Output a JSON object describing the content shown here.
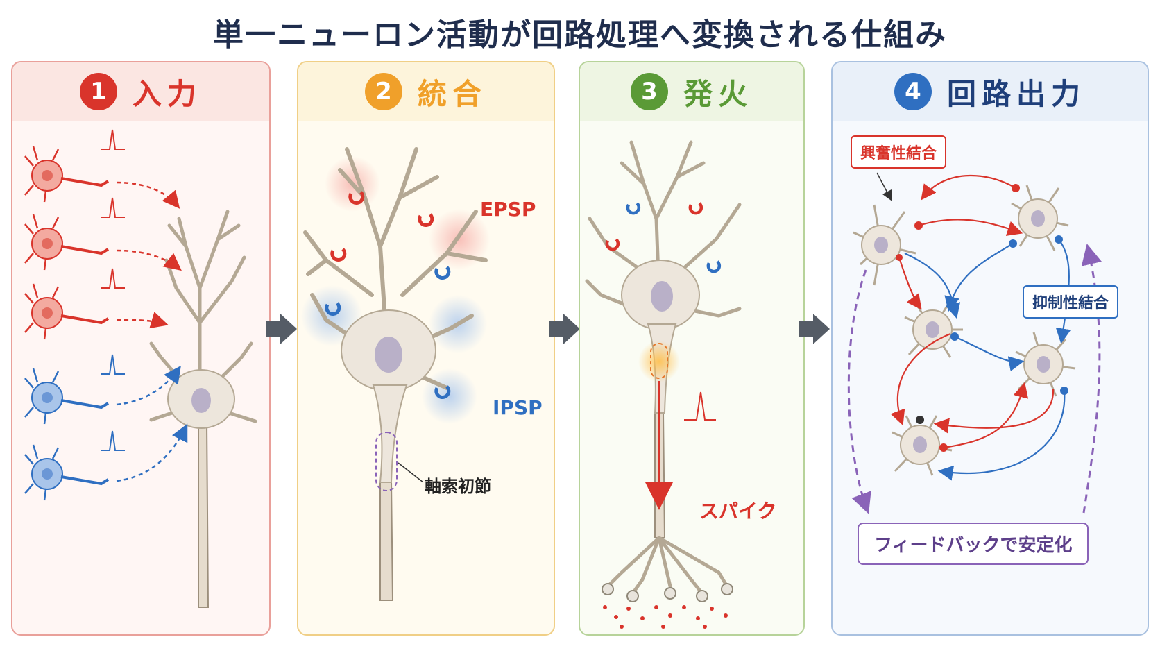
{
  "title": "単一ニューロン活動が回路処理へ変換される仕組み",
  "colors": {
    "red": "#d9342b",
    "orange": "#f0a02a",
    "green": "#5a9a36",
    "blue": "#2f6fc1",
    "purple": "#8a63b8",
    "neuron_body": "#ede6dc",
    "nucleus": "#b9b0c8"
  },
  "panels": [
    {
      "number": "1",
      "label": "入力"
    },
    {
      "number": "2",
      "label": "統合"
    },
    {
      "number": "3",
      "label": "発火"
    },
    {
      "number": "4",
      "label": "回路出力"
    }
  ],
  "panel2": {
    "epsp": "EPSP",
    "ipsp": "IPSP",
    "axon_initial_segment": "軸索初節"
  },
  "panel3": {
    "spike": "スパイク"
  },
  "panel4": {
    "excitatory": "興奮性結合",
    "inhibitory": "抑制性結合",
    "feedback": "フィードバックで安定化"
  },
  "icons": [
    "excitatory-neuron-icon",
    "inhibitory-neuron-icon",
    "spike-waveform-icon",
    "synapse-icon",
    "stage-arrow-icon"
  ]
}
